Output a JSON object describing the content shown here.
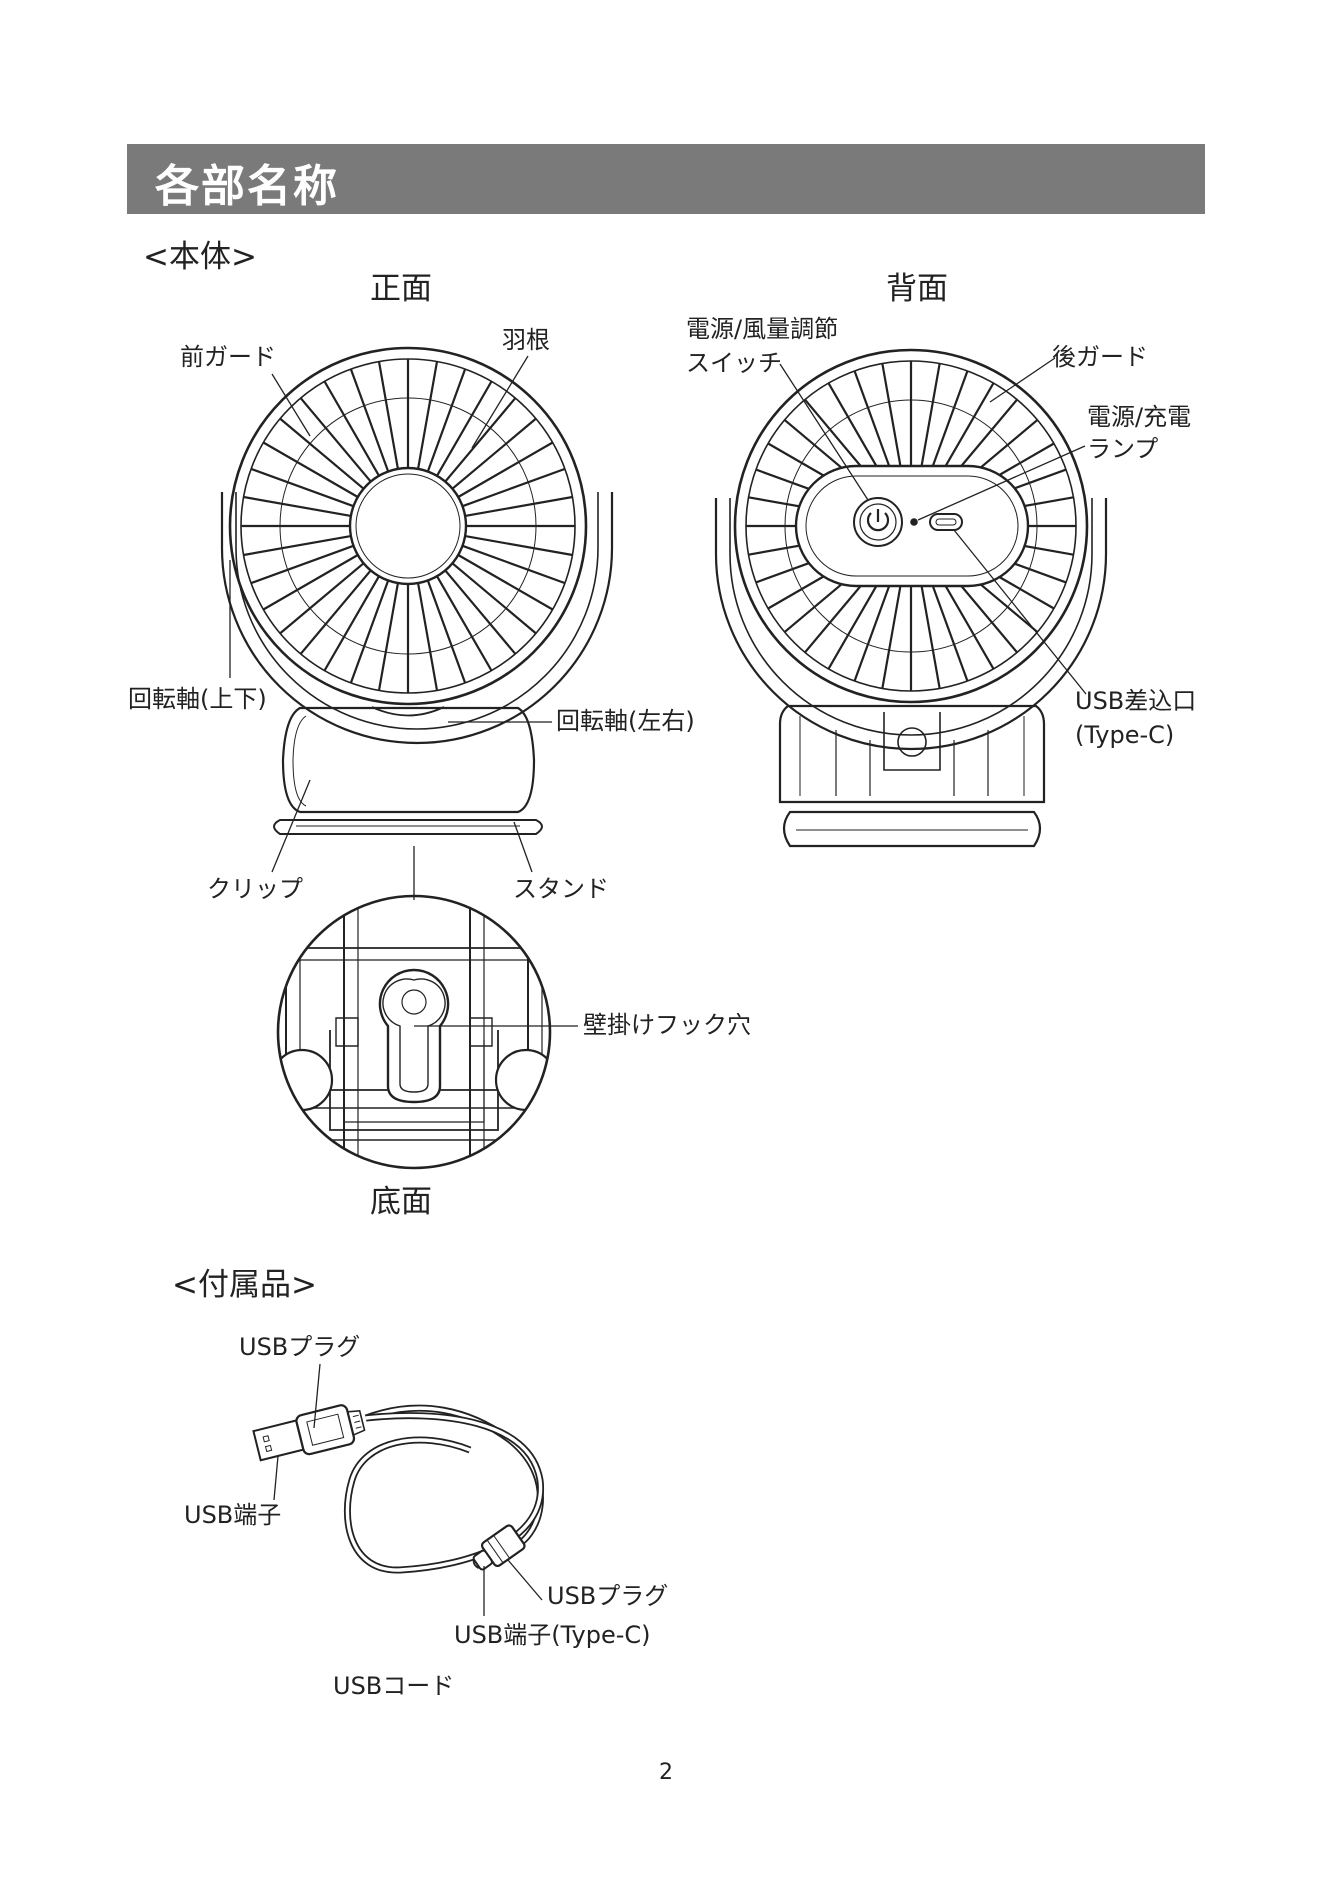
{
  "page_title": "各部名称",
  "sections": {
    "main_unit": "<本体>",
    "accessories": "<付属品>"
  },
  "views": {
    "front": "正面",
    "back": "背面",
    "bottom": "底面"
  },
  "labels": {
    "front_guard": "前ガード",
    "blade": "羽根",
    "pivot_vertical": "回転軸(上下)",
    "pivot_horizontal": "回転軸(左右)",
    "clip": "クリップ",
    "stand": "スタンド",
    "power_switch_line1": "電源/風量調節",
    "power_switch_line2": "スイッチ",
    "rear_guard": "後ガード",
    "lamp_line1": "電源/充電",
    "lamp_line2": "ランプ",
    "usb_port_line1": "USB差込口",
    "usb_port_line2": "(Type-C)",
    "wall_hook": "壁掛けフック穴",
    "usb_plug_a": "USBプラグ",
    "usb_terminal_a": "USB端子",
    "usb_plug_c": "USBプラグ",
    "usb_terminal_c": "USB端子(Type-C)",
    "usb_cord": "USBコード"
  },
  "page_number": "2"
}
